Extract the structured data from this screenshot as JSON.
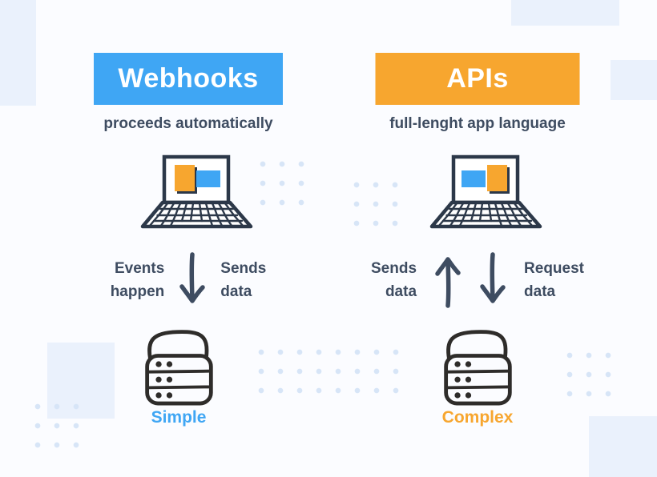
{
  "colors": {
    "bg": "#fbfcff",
    "square": "#eaf1fc",
    "dot": "#d7e5f7",
    "blue": "#3fa6f4",
    "orange": "#f7a62f",
    "text": "#3e4c61",
    "ink_laptop": "#2c3849",
    "ink_server": "#2e2c2a"
  },
  "webhooks": {
    "title": "Webhooks",
    "subtitle": "proceeds automatically",
    "flow_left": "Events\nhappen",
    "flow_right": "Sends\ndata",
    "verdict": "Simple"
  },
  "apis": {
    "title": "APIs",
    "subtitle": "full-lenght app language",
    "flow_left": "Sends\ndata",
    "flow_right": "Request\ndata",
    "verdict": "Complex"
  }
}
